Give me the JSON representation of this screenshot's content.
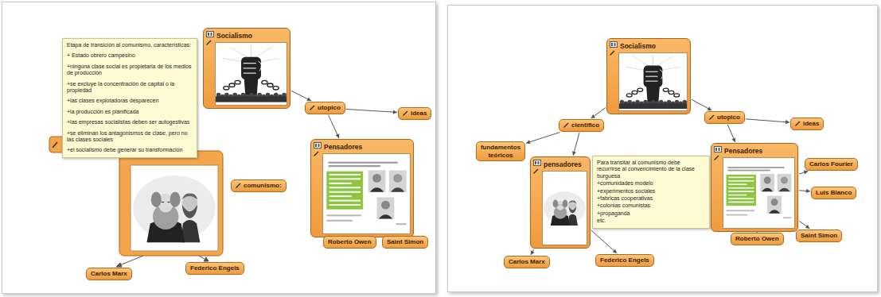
{
  "diagram": {
    "nodes": [
      {
        "text": [
          "Socialismo"
        ]
      },
      {
        "text": [
          "Etapa de transición al comunismo, características:",
          "+ Estado obrero campesino",
          "+ninguna clase social es propietaria de los medios de producción",
          "+se excluye la concentración de capital o la propiedad",
          "+las clases explotadoras desparecen",
          "+la producción es planificada",
          "+las empresas socialistas deben ser autogestivas",
          "+se eliminan los antagonismos de clase, pero no las clases sociales",
          "+el socialismo debe generar su transformación"
        ]
      },
      {
        "text": [
          "utopico"
        ]
      },
      {
        "text": [
          "ideas"
        ]
      },
      {
        "text": [
          "comunismo:"
        ]
      },
      {
        "text": [
          "Pensadores"
        ]
      },
      {
        "text": [
          "Roberto Owen"
        ]
      },
      {
        "text": [
          "Saint Simon"
        ]
      },
      {
        "text": [
          "Carlos Marx"
        ]
      },
      {
        "text": [
          "Federico Engels"
        ]
      },
      {
        "text": [
          "Socialismo"
        ]
      },
      {
        "text": [
          "cientifico"
        ]
      },
      {
        "text": [
          "utopico"
        ]
      },
      {
        "text": [
          "ideas"
        ]
      },
      {
        "text": [
          "fundamentos teóricos"
        ]
      },
      {
        "text": [
          "pensadores"
        ]
      },
      {
        "text": [
          "Para transitar al comunismo debe recurrirse al convencimiento de la clase burguesa",
          "+comunidades modelo",
          "+experimentos sociales",
          "+fabricas cooperativas",
          "+colonias comunistas",
          "+propaganda",
          "etc."
        ]
      },
      {
        "text": [
          "Pensadores"
        ]
      },
      {
        "text": [
          "Carlos Fourier"
        ]
      },
      {
        "text": [
          "Luis Blanco"
        ]
      },
      {
        "text": [
          "Roberto Owen"
        ]
      },
      {
        "text": [
          "Saint Simon"
        ]
      },
      {
        "text": [
          "Carlos Marx"
        ]
      },
      {
        "text": [
          "Federico Engels"
        ]
      }
    ],
    "edges": [
      {
        "from": 0,
        "to": 2,
        "arrow": "to"
      },
      {
        "from": 2,
        "to": 3,
        "arrow": "to"
      },
      {
        "from": 2,
        "to": 5,
        "arrow": "to"
      },
      {
        "from": 5,
        "to": 6,
        "arrow": "to"
      },
      {
        "from": 5,
        "to": 7,
        "arrow": "to"
      },
      {
        "from": 10,
        "to": 11,
        "arrow": "to"
      },
      {
        "from": 10,
        "to": 12,
        "arrow": "to"
      },
      {
        "from": 11,
        "to": 14,
        "arrow": "to"
      },
      {
        "from": 11,
        "to": 15,
        "arrow": "to"
      },
      {
        "from": 12,
        "to": 13,
        "arrow": "to"
      },
      {
        "from": 12,
        "to": 17,
        "arrow": "to"
      },
      {
        "from": 17,
        "to": 18,
        "arrow": "to"
      },
      {
        "from": 17,
        "to": 19,
        "arrow": "to"
      },
      {
        "from": 17,
        "to": 20,
        "arrow": "to"
      },
      {
        "from": 17,
        "to": 21,
        "arrow": "to"
      },
      {
        "from": 15,
        "to": 22,
        "arrow": "to"
      },
      {
        "from": 15,
        "to": 23,
        "arrow": "to"
      }
    ]
  }
}
